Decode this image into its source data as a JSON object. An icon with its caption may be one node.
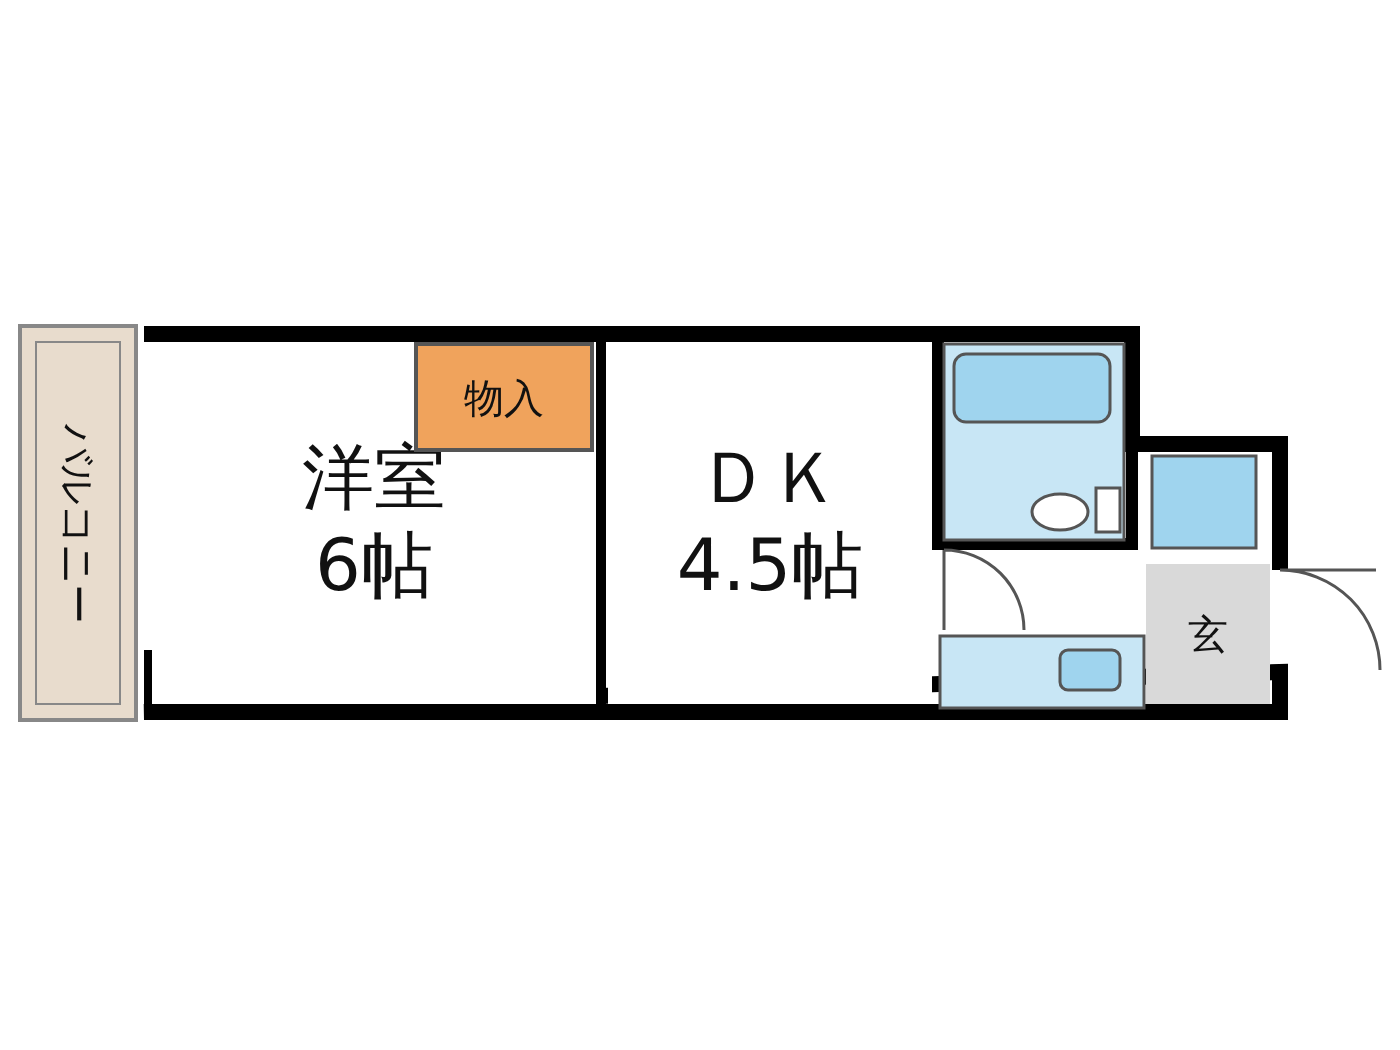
{
  "diagram": {
    "nodes": [
      {
        "text": [
          "バルコニー"
        ]
      },
      {
        "text": [
          "洋室",
          "6帖"
        ]
      },
      {
        "text": [
          "物入"
        ],
        "in": 1
      },
      {
        "text": [
          "ＤＫ",
          "4.5帖"
        ]
      },
      {
        "text": [
          "玄"
        ]
      }
    ]
  }
}
